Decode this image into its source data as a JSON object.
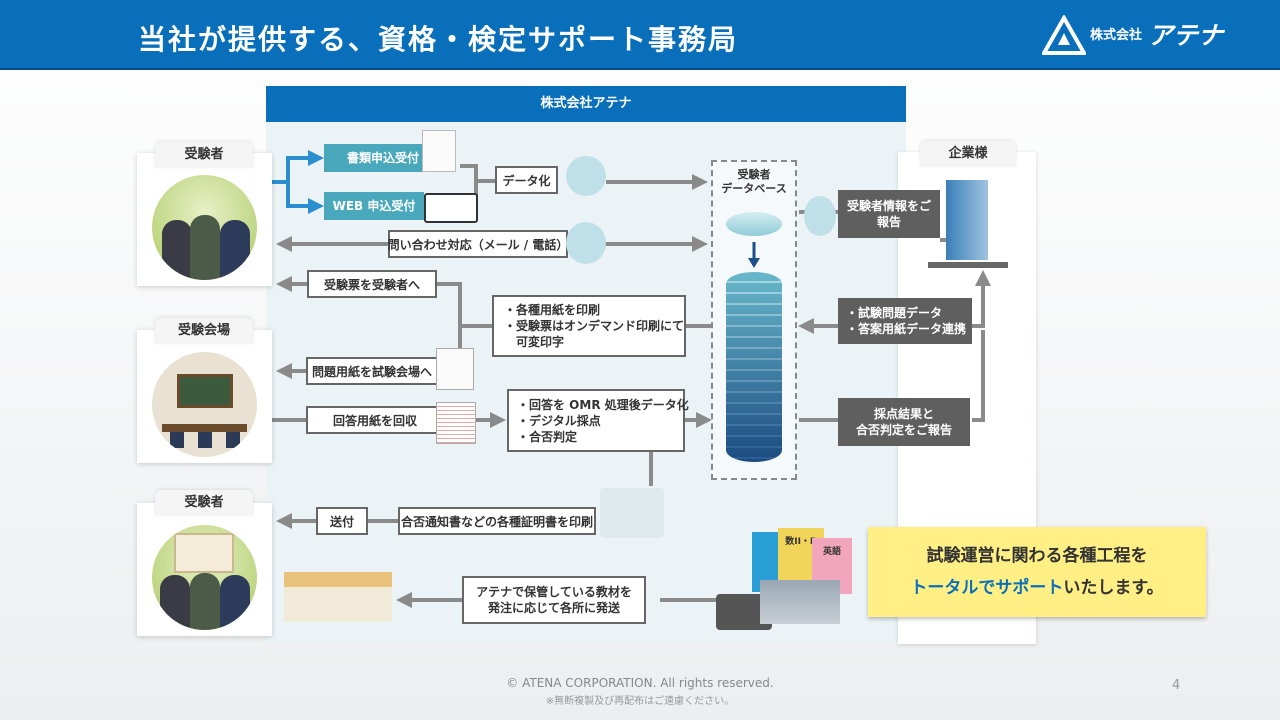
{
  "header": {
    "title": "当社が提供する、資格・検定サポート事務局"
  },
  "logo": {
    "company": "株式会社",
    "brand": "アテナ"
  },
  "panel": {
    "title": "株式会社アテナ"
  },
  "actors": {
    "examinee_top": "受験者",
    "venue": "受験会場",
    "examinee_bottom": "受験者",
    "company": "企業様"
  },
  "intake": {
    "paper": "書類申込受付",
    "web": "WEB 申込受付",
    "digitize": "データ化"
  },
  "inquiry": "問い合わせ対応（メール / 電話）",
  "database": {
    "label_line1": "受験者",
    "label_line2": "データベース"
  },
  "report_examinee": {
    "line1": "受験者情報をご",
    "line2": "報告"
  },
  "exam_data": {
    "line1": "・試験問題データ",
    "line2": "・答案用紙データ連携"
  },
  "ticket_send": "受験票を受験者へ",
  "print_box": {
    "line1": "・各種用紙を印刷",
    "line2": "・受験票はオンデマンド印刷にて",
    "line3": "　可変印字"
  },
  "papers_to_venue": "問題用紙を試験会場へ",
  "collect": "回答用紙を回収",
  "omr_box": {
    "line1": "・回答を OMR 処理後データ化",
    "line2": "・デジタル採点",
    "line3": "・合否判定"
  },
  "score_report": {
    "line1": "採点結果と",
    "line2": "合否判定をご報告"
  },
  "send": "送付",
  "certificate": "合否通知書などの各種証明書を印刷",
  "materials": {
    "line1": "アテナで保管している教材を",
    "line2": "発注に応じて各所に発送"
  },
  "book_labels": {
    "math": "数II・B",
    "english": "英語"
  },
  "callout": {
    "line1": "試験運営に関わる各種工程を",
    "line2_highlight": "トータルでサポート",
    "line2_rest": "いたします。"
  },
  "colors": {
    "header": "#0a6fbb",
    "accent": "#0a6fbb",
    "teal": "#4aa8bd",
    "gray_box": "#5f5f5f",
    "callout": "#ffef85"
  },
  "footer": {
    "copyright": "© ATENA CORPORATION. All rights reserved.",
    "note": "※無断複製及び再配布はご遠慮ください。",
    "page": "4"
  }
}
